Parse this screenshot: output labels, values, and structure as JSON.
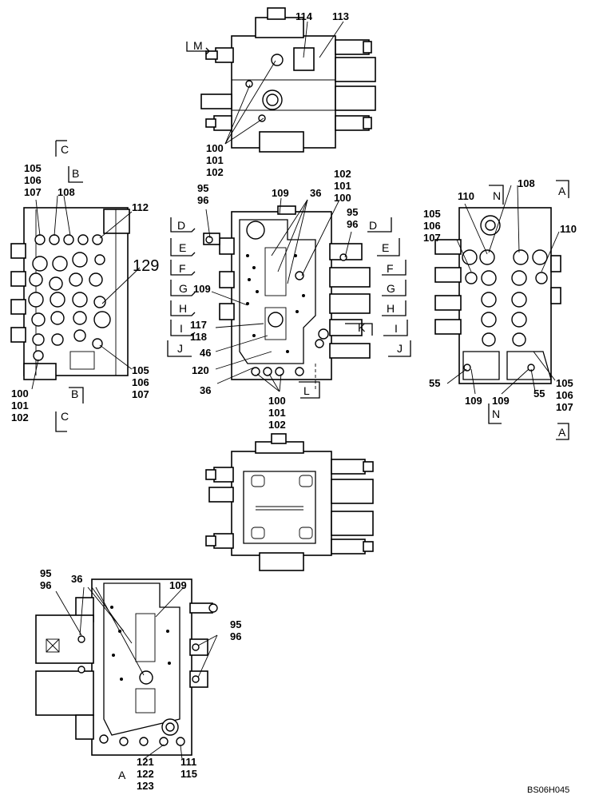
{
  "drawing_code": "BS06H045",
  "section_marks": [
    "M",
    "C",
    "B",
    "D",
    "E",
    "F",
    "G",
    "H",
    "I",
    "J",
    "K",
    "L",
    "N",
    "A"
  ],
  "top_view": {
    "callouts": [
      "114",
      "113",
      "100",
      "101",
      "102"
    ]
  },
  "left_view": {
    "callouts": [
      "105",
      "106",
      "107",
      "108",
      "112",
      "129",
      "105",
      "106",
      "107",
      "100",
      "101",
      "102"
    ]
  },
  "center_view": {
    "callouts": [
      "95",
      "96",
      "109",
      "36",
      "102",
      "101",
      "100",
      "95",
      "96",
      "109",
      "117",
      "118",
      "46",
      "120",
      "36",
      "100",
      "101",
      "102"
    ]
  },
  "right_view": {
    "callouts": [
      "110",
      "108",
      "105",
      "106",
      "107",
      "110",
      "55",
      "109",
      "109",
      "55",
      "105",
      "106",
      "107"
    ]
  },
  "bottom_view": {
    "callouts": [
      "95",
      "96",
      "36",
      "109",
      "95",
      "96",
      "121",
      "122",
      "123",
      "111",
      "115"
    ]
  },
  "letters": {
    "A": "A"
  }
}
